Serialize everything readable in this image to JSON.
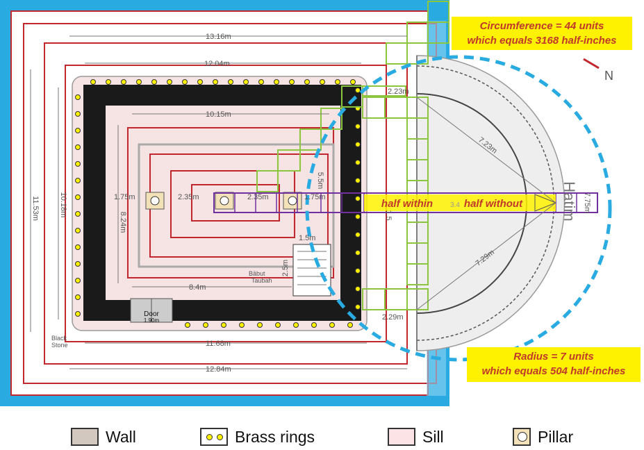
{
  "notes": {
    "circumference_line1": "Circumference  = 44 units",
    "circumference_line2": "which equals 3168 half-inches",
    "radius_line1": "Radius = 7 units",
    "radius_line2": "which equals 504 half-inches"
  },
  "labels": {
    "north": "N",
    "hatim": "Hatim",
    "half_within": "half within",
    "half_without": "half without",
    "door": "Door",
    "door_width": "1.90m",
    "black_stone_1": "Black",
    "black_stone_2": "Stone",
    "babut_1": "Bābut",
    "babut_2": "Taubah",
    "hidden_center": "3.4"
  },
  "dimensions": {
    "d1316": "13.16m",
    "d1204": "12.04m",
    "d1015": "10.15m",
    "d1153": "11.53m",
    "d1018": "10.18m",
    "d824": "8.24m",
    "d175a": "1.75m",
    "d235a": "2.35m",
    "d235b": "2.35m",
    "d175b": "1.75m",
    "d55": "5.5m",
    "d25": "2.5m",
    "d15": "1.5m",
    "d84": "8.4m",
    "d1168": "11.68m",
    "d1284": "12.84m",
    "d223": "2.23m",
    "d229": "2.29m",
    "d723": "7.23m",
    "d729": "7.29m",
    "d775": "7.75m",
    "d15b": "1.5"
  },
  "legend": {
    "wall": "Wall",
    "brass_rings": "Brass rings",
    "sill": "Sill",
    "pillar": "Pillar"
  },
  "colors": {
    "outer_blue": "#29abe2",
    "red_square": "#c1272d",
    "green_grid": "#8cc63f",
    "purple_grid": "#7030a0",
    "wall_black": "#1a1a1a",
    "dashed_circle": "#29abe2",
    "note_bg": "#fff200",
    "note_text": "#c0392b"
  }
}
